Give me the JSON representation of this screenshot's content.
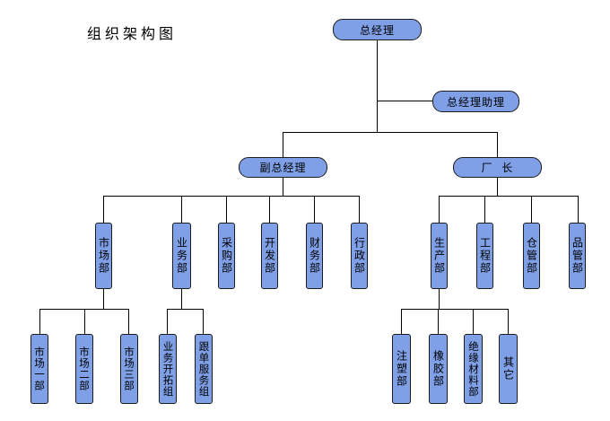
{
  "title": "组织架构图",
  "nodes": {
    "gm": "总经理",
    "gm_assistant": "总经理助理",
    "deputy_gm": "副总经理",
    "factory_director": "厂  长",
    "market_dept": "市场部",
    "business_dept": "业务部",
    "purchasing_dept": "采购部",
    "development_dept": "开发部",
    "finance_dept": "财务部",
    "admin_dept": "行政部",
    "production_dept": "生产部",
    "engineering_dept": "工程部",
    "warehouse_dept": "仓管部",
    "quality_dept": "品管部",
    "market_1": "市场一部",
    "market_2": "市场二部",
    "market_3": "市场三部",
    "biz_dev_group": "业务开拓组",
    "follow_service_group": "跟单服务组",
    "injection_dept": "注塑部",
    "rubber_dept": "橡胶部",
    "insulation_dept": "绝缘材料部",
    "other": "其它"
  },
  "colors": {
    "node_fill": "#7f9fe6",
    "node_border": "#1c1c1c",
    "line": "#000000",
    "background": "#ffffff"
  }
}
